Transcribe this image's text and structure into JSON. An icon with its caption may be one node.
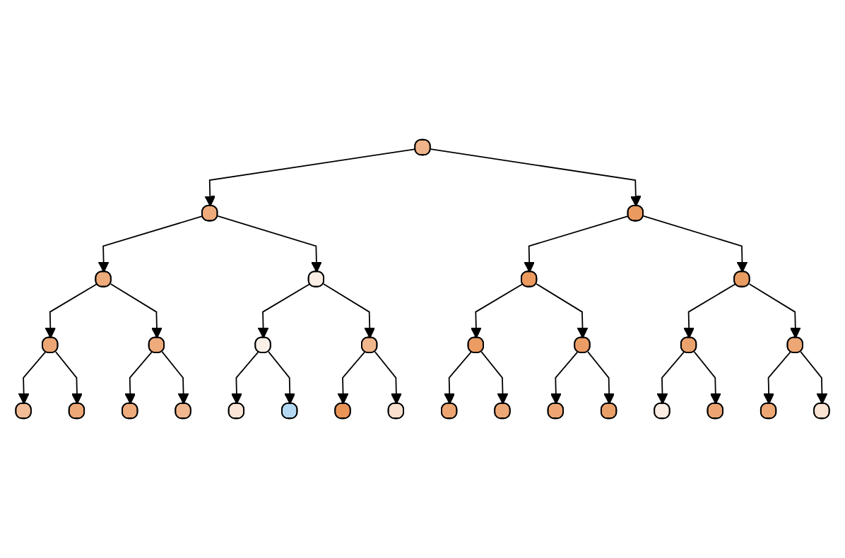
{
  "diagram": {
    "nodes": [
      {
        "text": [],
        "shape": "box"
      },
      {
        "text": [],
        "shape": "box"
      },
      {
        "text": [],
        "shape": "box"
      },
      {
        "text": [],
        "shape": "box"
      },
      {
        "text": [],
        "shape": "box"
      },
      {
        "text": [],
        "shape": "box"
      },
      {
        "text": [],
        "shape": "box"
      },
      {
        "text": [],
        "shape": "box"
      },
      {
        "text": [],
        "shape": "box"
      },
      {
        "text": [],
        "shape": "box"
      },
      {
        "text": [],
        "shape": "box"
      },
      {
        "text": [],
        "shape": "box"
      },
      {
        "text": [],
        "shape": "box"
      },
      {
        "text": [],
        "shape": "box"
      },
      {
        "text": [],
        "shape": "box"
      },
      {
        "text": [],
        "shape": "box"
      },
      {
        "text": [],
        "shape": "box"
      },
      {
        "text": [],
        "shape": "box"
      },
      {
        "text": [],
        "shape": "box"
      },
      {
        "text": [],
        "shape": "box"
      },
      {
        "text": [],
        "shape": "box"
      },
      {
        "text": [],
        "shape": "box"
      },
      {
        "text": [],
        "shape": "box"
      },
      {
        "text": [],
        "shape": "box"
      },
      {
        "text": [],
        "shape": "box"
      },
      {
        "text": [],
        "shape": "box"
      },
      {
        "text": [],
        "shape": "box"
      },
      {
        "text": [],
        "shape": "box"
      },
      {
        "text": [],
        "shape": "box"
      },
      {
        "text": [],
        "shape": "box"
      },
      {
        "text": [],
        "shape": "box"
      }
    ],
    "edges": [
      {
        "from": 0,
        "to": 1,
        "arrow": "to"
      },
      {
        "from": 0,
        "to": 2,
        "arrow": "to"
      },
      {
        "from": 1,
        "to": 3,
        "arrow": "to"
      },
      {
        "from": 1,
        "to": 4,
        "arrow": "to"
      },
      {
        "from": 2,
        "to": 5,
        "arrow": "to"
      },
      {
        "from": 2,
        "to": 6,
        "arrow": "to"
      },
      {
        "from": 3,
        "to": 7,
        "arrow": "to"
      },
      {
        "from": 3,
        "to": 8,
        "arrow": "to"
      },
      {
        "from": 4,
        "to": 9,
        "arrow": "to"
      },
      {
        "from": 4,
        "to": 10,
        "arrow": "to"
      },
      {
        "from": 5,
        "to": 11,
        "arrow": "to"
      },
      {
        "from": 5,
        "to": 12,
        "arrow": "to"
      },
      {
        "from": 6,
        "to": 13,
        "arrow": "to"
      },
      {
        "from": 6,
        "to": 14,
        "arrow": "to"
      },
      {
        "from": 7,
        "to": 15,
        "arrow": "to"
      },
      {
        "from": 7,
        "to": 16,
        "arrow": "to"
      },
      {
        "from": 8,
        "to": 17,
        "arrow": "to"
      },
      {
        "from": 8,
        "to": 18,
        "arrow": "to"
      },
      {
        "from": 9,
        "to": 19,
        "arrow": "to"
      },
      {
        "from": 9,
        "to": 20,
        "arrow": "to"
      },
      {
        "from": 10,
        "to": 21,
        "arrow": "to"
      },
      {
        "from": 10,
        "to": 22,
        "arrow": "to"
      },
      {
        "from": 11,
        "to": 23,
        "arrow": "to"
      },
      {
        "from": 11,
        "to": 24,
        "arrow": "to"
      },
      {
        "from": 12,
        "to": 25,
        "arrow": "to"
      },
      {
        "from": 12,
        "to": 26,
        "arrow": "to"
      },
      {
        "from": 13,
        "to": 27,
        "arrow": "to"
      },
      {
        "from": 13,
        "to": 28,
        "arrow": "to"
      },
      {
        "from": 14,
        "to": 29,
        "arrow": "to"
      },
      {
        "from": 14,
        "to": 30,
        "arrow": "to"
      }
    ]
  }
}
